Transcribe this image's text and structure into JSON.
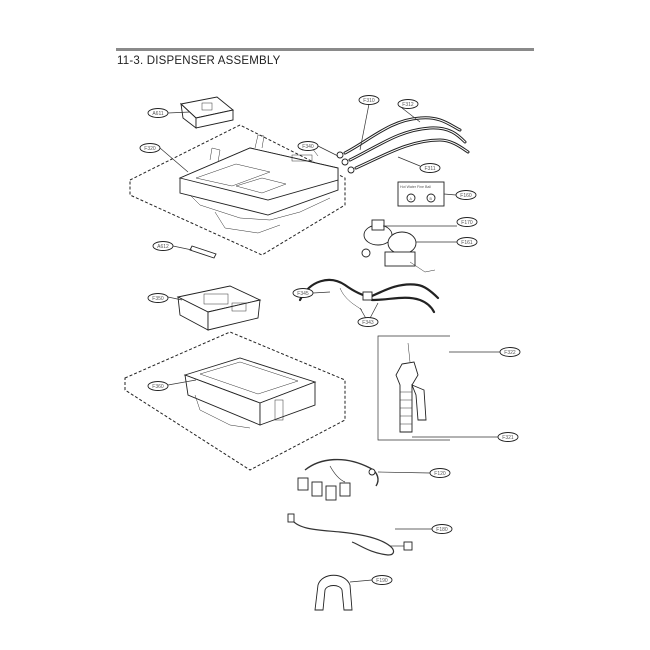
{
  "page": {
    "title": "11-3. DISPENSER ASSEMBLY"
  },
  "callouts": [
    {
      "id": "a611",
      "label": "A611"
    },
    {
      "id": "f320",
      "label": "F320"
    },
    {
      "id": "f310",
      "label": "F310"
    },
    {
      "id": "f312",
      "label": "F312"
    },
    {
      "id": "f340",
      "label": "F340"
    },
    {
      "id": "f311",
      "label": "F311"
    },
    {
      "id": "f160",
      "label": "F160"
    },
    {
      "id": "f170",
      "label": "F170"
    },
    {
      "id": "f161",
      "label": "F161"
    },
    {
      "id": "a612",
      "label": "A612"
    },
    {
      "id": "f345",
      "label": "F345"
    },
    {
      "id": "f343",
      "label": "F343"
    },
    {
      "id": "f350",
      "label": "F350"
    },
    {
      "id": "f322",
      "label": "F322"
    },
    {
      "id": "f360",
      "label": "F360"
    },
    {
      "id": "f321",
      "label": "F321"
    },
    {
      "id": "f120",
      "label": "F120"
    },
    {
      "id": "f180",
      "label": "F180"
    },
    {
      "id": "f190",
      "label": "F190"
    }
  ],
  "valve_label": {
    "text": "Hot Water  Fine Ball",
    "badges": [
      "A",
      "B"
    ]
  }
}
